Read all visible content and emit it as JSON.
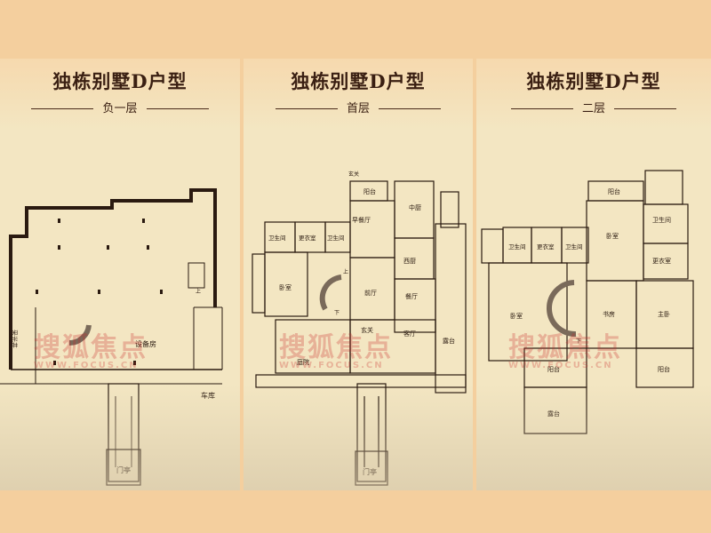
{
  "panels": [
    {
      "title": "独栋别墅D户型",
      "floor": "负一层",
      "rooms": {
        "corridor": "采光井",
        "equipment": "设备房",
        "garage": "车库",
        "gate": "门亭",
        "up": "上"
      }
    },
    {
      "title": "独栋别墅D户型",
      "floor": "首层",
      "rooms": {
        "balcony": "阳台",
        "kitchen": "中厨",
        "dining_hall": "早餐厅",
        "western_kitchen": "西厨",
        "bath1": "卫生间",
        "closet": "更衣室",
        "bath2": "卫生间",
        "bedroom": "卧室",
        "lobby": "前厅",
        "dining": "餐厅",
        "entry": "玄关",
        "living": "客厅",
        "terrace": "露台",
        "garden": "庭院",
        "gate": "门亭",
        "up": "上",
        "down": "下",
        "top": "玄关"
      }
    },
    {
      "title": "独栋别墅D户型",
      "floor": "二层",
      "rooms": {
        "balcony_top": "阳台",
        "bath_r": "卫生间",
        "bath1": "卫生间",
        "closet1": "更衣室",
        "bath2": "卫生间",
        "bedroom_mid": "卧室",
        "closet_r": "更衣室",
        "bedroom_l": "卧室",
        "study": "书房",
        "master": "主卧",
        "balcony_l": "阳台",
        "balcony_r": "阳台",
        "terrace": "露台",
        "down": "下"
      }
    }
  ],
  "watermark": {
    "text": "搜狐焦点",
    "url": "WWW.FOCUS.CN"
  }
}
